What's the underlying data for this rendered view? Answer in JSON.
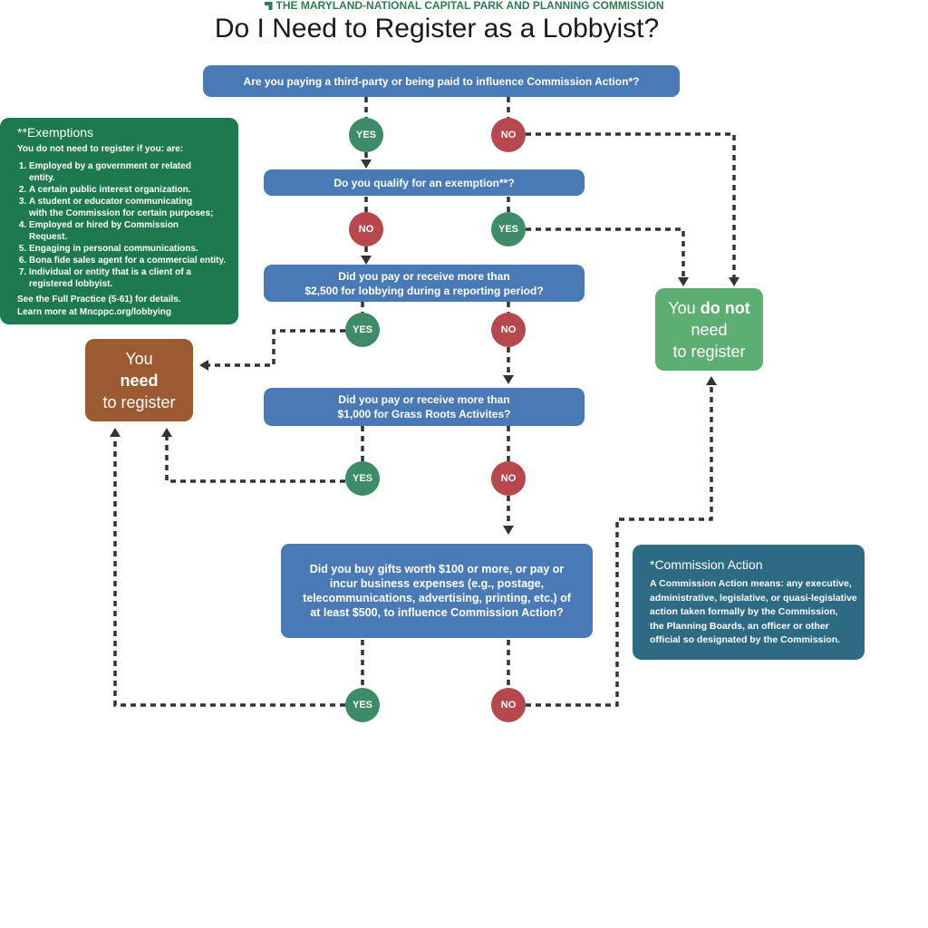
{
  "header": {
    "organization": "THE MARYLAND-NATIONAL CAPITAL PARK AND PLANNING COMMISSION",
    "title": "Do I Need to Register as a Lobbyist?"
  },
  "colors": {
    "question_box": "#4a7ab5",
    "yes": "#3e8b67",
    "no": "#b5474d",
    "need_register": "#9c5a30",
    "no_need_register": "#5dae72",
    "exemptions_panel": "#1d7a4e",
    "definition_panel": "#2d6a83"
  },
  "questions": {
    "q1": "Are you paying a third-party or being paid to influence Commission Action*?",
    "q2": "Do you qualify for an exemption**?",
    "q3": [
      "Did you pay or receive more than",
      "$2,500 for lobbying during a reporting period?"
    ],
    "q4": [
      "Did you pay or receive more than",
      "$1,000 for Grass Roots Activites?"
    ],
    "q5": [
      "Did you buy gifts worth $100 or more, or pay or",
      "incur business expenses (e.g., postage,",
      "telecommunications, advertising, printing, etc.) of",
      "at least $500, to influence Commission Action?"
    ]
  },
  "answers": {
    "yes": "YES",
    "no": "NO"
  },
  "results": {
    "need": {
      "line1": "You",
      "line2": "need",
      "line3": "to register"
    },
    "no_need": {
      "line1_a": "You ",
      "line1_b": "do not",
      "line2": "need",
      "line3": "to register"
    }
  },
  "exemptions": {
    "heading": "**Exemptions",
    "intro": "You do not need to register if you: are:",
    "items": [
      [
        "Employed by a government or related",
        "entity."
      ],
      [
        "A certain public interest organization."
      ],
      [
        "A student or educator communicating",
        "with the Commission for certain purposes;"
      ],
      [
        "Employed or hired by Commission",
        "Request."
      ],
      [
        "Engaging in personal communications."
      ],
      [
        "Bona fide sales agent for a commercial entity."
      ],
      [
        "Individual or entity that is a client of a",
        "registered lobbyist."
      ]
    ],
    "footer_line1": "See the Full Practice (5-61) for details.",
    "footer_line2_prefix": "Learn more at ",
    "footer_line2_link": "Mncppc.org/lobbying"
  },
  "definition": {
    "heading": "*Commission Action",
    "lines": [
      "A Commission Action means: any executive,",
      "administrative, legislative, or quasi-legislative",
      "action taken formally by the Commission,",
      "the Planning Boards, an officer or other",
      "official so designated by the Commission."
    ]
  }
}
